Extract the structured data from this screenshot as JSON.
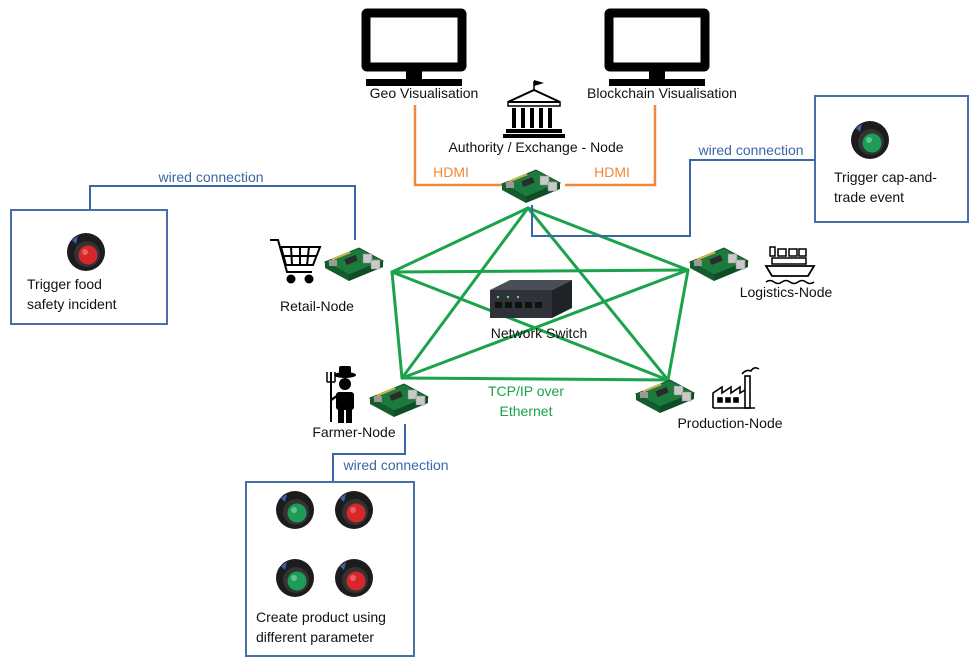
{
  "monitors": {
    "geo": "Geo Visualisation",
    "blockchain": "Blockchain Visualisation"
  },
  "nodes": {
    "authority": "Authority / Exchange - Node",
    "retail": "Retail-Node",
    "logistics": "Logistics-Node",
    "farmer": "Farmer-Node",
    "production": "Production-Node",
    "switch": "Network Switch"
  },
  "connections": {
    "hdmi_left": "HDMI",
    "hdmi_right": "HDMI",
    "wired_left": "wired connection",
    "wired_right": "wired connection",
    "wired_bottom": "wired connection",
    "tcp_line1": "TCP/IP over",
    "tcp_line2": "Ethernet"
  },
  "panels": {
    "food_safety": {
      "line1": "Trigger food",
      "line2": "safety incident"
    },
    "cap_trade": {
      "line1": "Trigger cap-and-",
      "line2": "trade event"
    },
    "create_product": {
      "line1": "Create product using",
      "line2": "different parameter"
    }
  },
  "colors": {
    "wired": "#3a66a8",
    "hdmi": "#f0883c",
    "ethernet": "#1aa34a",
    "button_red": "#d8272b",
    "button_green": "#1d9b57",
    "pcb": "#1c7a3c"
  }
}
